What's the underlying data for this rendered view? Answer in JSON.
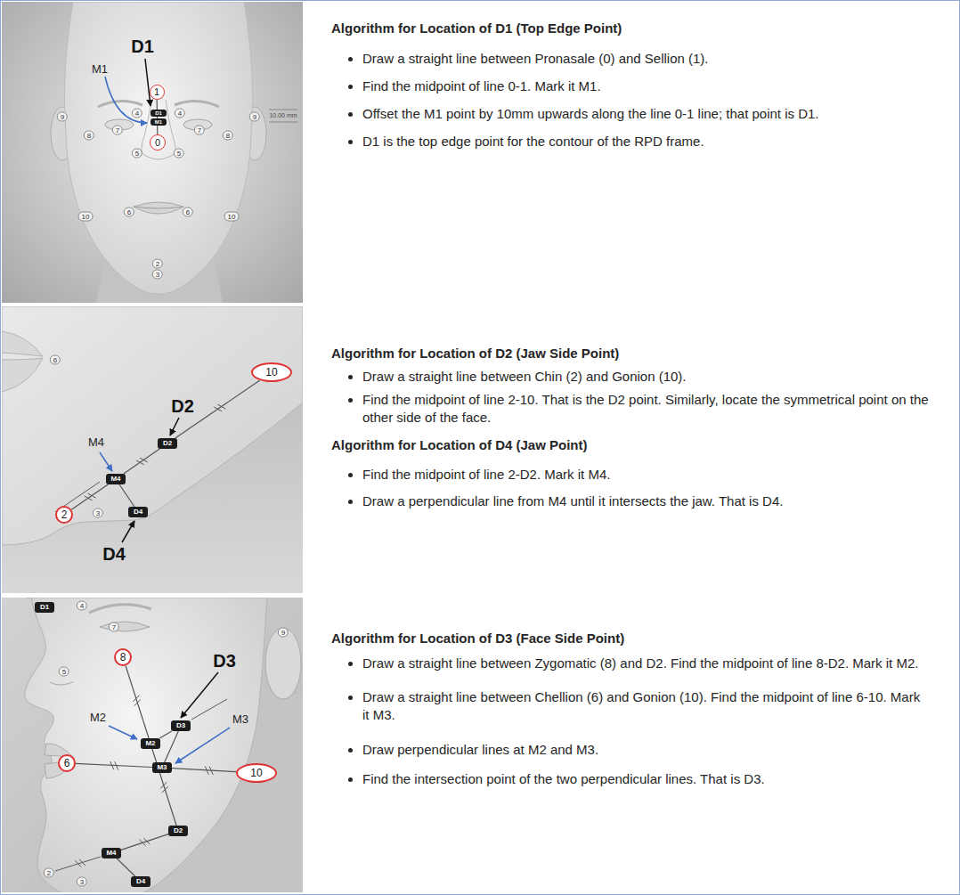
{
  "diagram": {
    "nodes": [
      {
        "text": [
          "1"
        ]
      },
      {
        "text": [
          "D1"
        ]
      },
      {
        "text": [
          "M1"
        ]
      },
      {
        "text": [
          "0"
        ]
      },
      {
        "text": [
          "10"
        ]
      },
      {
        "text": [
          "D2"
        ]
      },
      {
        "text": [
          "M4"
        ]
      },
      {
        "text": [
          "2"
        ]
      },
      {
        "text": [
          "D4"
        ]
      },
      {
        "text": [
          "D1"
        ]
      },
      {
        "text": [
          "8"
        ]
      },
      {
        "text": [
          "D3"
        ]
      },
      {
        "text": [
          "M2"
        ]
      },
      {
        "text": [
          "6"
        ]
      },
      {
        "text": [
          "M3"
        ]
      },
      {
        "text": [
          "10"
        ]
      },
      {
        "text": [
          "D2"
        ]
      },
      {
        "text": [
          "M4"
        ]
      },
      {
        "text": [
          "D4"
        ]
      }
    ],
    "edges": [
      {
        "from": 0,
        "to": 3,
        "arrow": "none"
      },
      {
        "from": 7,
        "to": 6,
        "arrow": "none"
      },
      {
        "from": 6,
        "to": 5,
        "arrow": "none"
      },
      {
        "from": 5,
        "to": 4,
        "arrow": "none"
      },
      {
        "from": 6,
        "to": 8,
        "arrow": "none"
      },
      {
        "from": 10,
        "to": 12,
        "arrow": "none"
      },
      {
        "from": 12,
        "to": 16,
        "arrow": "none"
      },
      {
        "from": 13,
        "to": 14,
        "arrow": "none"
      },
      {
        "from": 14,
        "to": 15,
        "arrow": "none"
      },
      {
        "from": 12,
        "to": 11,
        "arrow": "none"
      },
      {
        "from": 14,
        "to": 11,
        "arrow": "none"
      },
      {
        "from": 16,
        "to": 17,
        "arrow": "none"
      },
      {
        "from": 17,
        "to": 18,
        "arrow": "none"
      }
    ],
    "labels": [
      "Algorithm for Location of D1 (Top Edge Point)",
      "Draw a straight line between Pronasale (0) and Sellion (1).",
      "Find the midpoint of line 0-1. Mark it M1.",
      "Offset the M1 point by 10mm upwards along the line 0-1 line; that point is D1.",
      "D1 is the top edge point for the contour of the RPD frame.",
      "Algorithm for Location of D2 (Jaw Side Point)",
      "Draw a straight line between Chin (2) and Gonion (10).",
      "Find the midpoint of line 2-10. That is the D2 point. Similarly, locate the symmetrical point on the other side of the face.",
      "Algorithm for Location of D4 (Jaw Point)",
      "Find the midpoint of line 2-D2. Mark it M4.",
      "Draw a perpendicular line from M4 until it intersects the jaw. That is D4.",
      "Algorithm for Location of D3 (Face Side Point)",
      "Draw a straight line between Zygomatic (8) and D2. Find the midpoint of line 8-D2. Mark it M2.",
      "Draw a straight line between Chellion (6) and Gonion (10). Find the midpoint of line 6-10. Mark it M3.",
      "Draw perpendicular lines at M2 and M3.",
      "Find the intersection point of the two perpendicular lines. That is D3.",
      "D1",
      "M1",
      "10.00 mm",
      "9",
      "9",
      "8",
      "8",
      "7",
      "7",
      "4",
      "4",
      "5",
      "5",
      "6",
      "6",
      "10",
      "10",
      "2",
      "3",
      "D2",
      "M4",
      "D4",
      "6",
      "3",
      "D3",
      "M2",
      "M3",
      "4",
      "7",
      "5",
      "9",
      "2",
      "3"
    ]
  }
}
